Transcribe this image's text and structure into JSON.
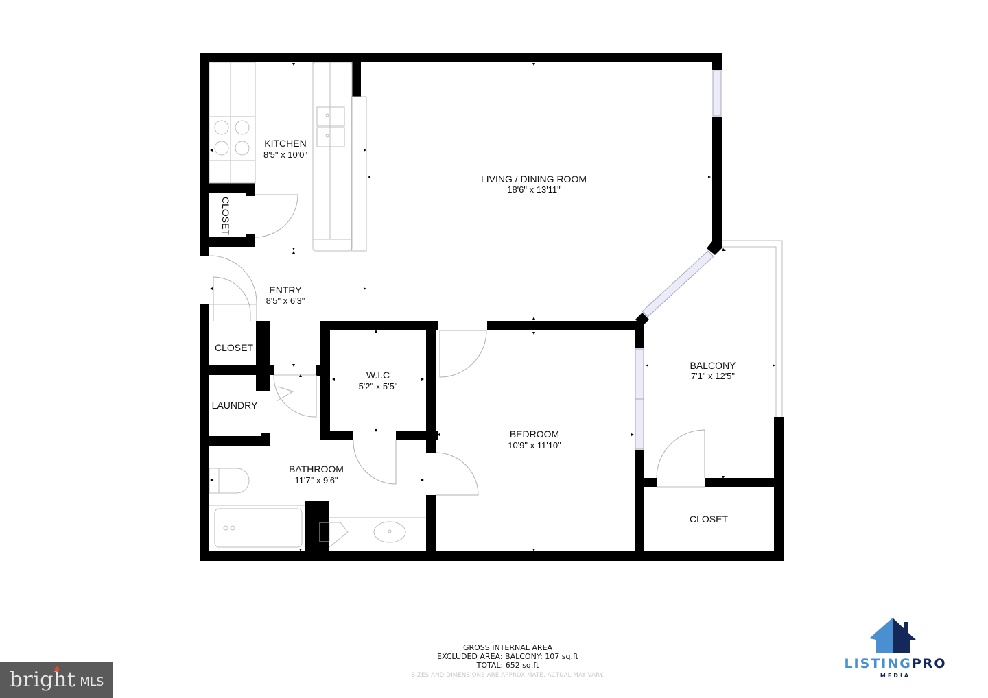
{
  "floor_plan": {
    "rooms": [
      {
        "id": "kitchen",
        "name": "KITCHEN",
        "dimensions": "8'5\" x 10'0\""
      },
      {
        "id": "living",
        "name": "LIVING / DINING ROOM",
        "dimensions": "18'6\" x 13'11\""
      },
      {
        "id": "closet_kitchen",
        "name": "CLOSET",
        "dimensions": ""
      },
      {
        "id": "entry",
        "name": "ENTRY",
        "dimensions": "8'5\" x 6'3\""
      },
      {
        "id": "closet_entry",
        "name": "CLOSET",
        "dimensions": ""
      },
      {
        "id": "laundry",
        "name": "LAUNDRY",
        "dimensions": ""
      },
      {
        "id": "wic",
        "name": "W.I.C",
        "dimensions": "5'2\" x 5'5\""
      },
      {
        "id": "bathroom",
        "name": "BATHROOM",
        "dimensions": "11'7\" x 9'6\""
      },
      {
        "id": "bedroom",
        "name": "BEDROOM",
        "dimensions": "10'9\" x 11'10\""
      },
      {
        "id": "balcony",
        "name": "BALCONY",
        "dimensions": "7'1\" x 12'5\""
      },
      {
        "id": "closet_balcony",
        "name": "CLOSET",
        "dimensions": ""
      }
    ],
    "colors": {
      "wall": "#000000",
      "fixture": "#bdbdbd",
      "window": "#ececf8",
      "background": "#ffffff"
    }
  },
  "area_summary": {
    "title": "GROSS INTERNAL AREA",
    "excluded": "EXCLUDED AREA: BALCONY: 107 sq.ft",
    "total": "TOTAL: 652 sq.ft",
    "disclaimer": "SIZES AND DIMENSIONS ARE APPROXIMATE, ACTUAL MAY VARY."
  },
  "logos": {
    "bright": {
      "word": "bright",
      "suffix": "MLS",
      "bg": "#5a5a5a",
      "accent": "#e04b2a"
    },
    "listingpro": {
      "part1": "LISTING",
      "part2": "PRO",
      "sub": "MEDIA",
      "light": "#4a8fd0",
      "dark": "#14285a"
    }
  }
}
